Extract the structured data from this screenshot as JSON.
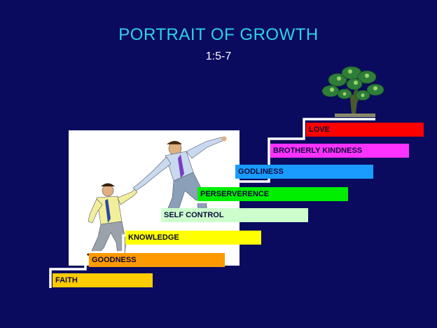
{
  "title": "PORTRAIT OF GROWTH",
  "subtitle": "1:5-7",
  "steps": [
    {
      "label": "FAITH",
      "color": "#ffcc00"
    },
    {
      "label": "GOODNESS",
      "color": "#ff9900"
    },
    {
      "label": "KNOWLEDGE",
      "color": "#ffff00"
    },
    {
      "label": "SELF CONTROL",
      "color": "#ccffcc"
    },
    {
      "label": "PERSERVERENCE",
      "color": "#00ee00"
    },
    {
      "label": "GODLINESS",
      "color": "#1a9cff"
    },
    {
      "label": "BROTHERLY KINDNESS",
      "color": "#ff33ff"
    },
    {
      "label": "LOVE",
      "color": "#ff0000"
    }
  ],
  "colors": {
    "background": "#0a0a5e",
    "title": "#2fd3e6",
    "stair_line": "#ffffff"
  },
  "images": {
    "illustration": "two-men-climbing-stairs",
    "tree": "money-tree-icon"
  }
}
